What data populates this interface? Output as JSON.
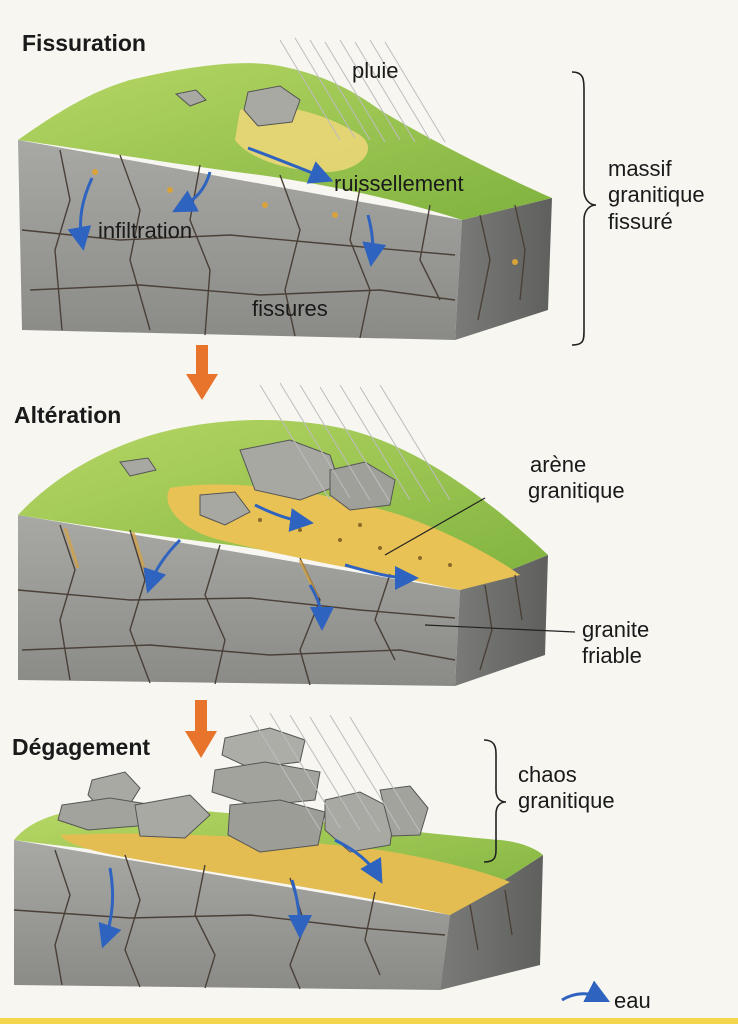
{
  "stages": [
    {
      "title": "Fissuration"
    },
    {
      "title": "Altération"
    },
    {
      "title": "Dégagement"
    }
  ],
  "labels": {
    "pluie": "pluie",
    "ruissellement": "ruissellement",
    "infiltration": "infiltration",
    "fissures": "fissures",
    "massif": [
      "massif",
      "granitique",
      "fissuré"
    ],
    "arene": [
      "arène",
      "granitique"
    ],
    "granite_friable": [
      "granite",
      "friable"
    ],
    "chaos": [
      "chaos",
      "granitique"
    ]
  },
  "legend": {
    "eau": "eau",
    "icon": "blue-arrow-icon"
  },
  "colors": {
    "grass": "#8fc24a",
    "grass_light": "#c9de6a",
    "rock": "#9a9a96",
    "rock_dark": "#6f706d",
    "arene": "#e2b94a",
    "water": "#2f63c0",
    "arrow": "#e8742b",
    "fissure": "#b07a2c"
  }
}
